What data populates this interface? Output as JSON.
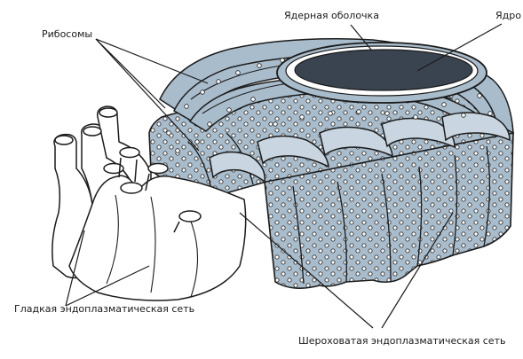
{
  "labels": {
    "nuclear_envelope": "Ядерная оболочка",
    "nucleus": "Ядро",
    "ribosomes": "Рибосомы",
    "smooth_er": "Гладкая эндоплазматическая сеть",
    "rough_er": "Шероховатая эндоплазматическая сеть"
  },
  "colors": {
    "membrane_fill": "#a9bccc",
    "membrane_light": "#c9d6e1",
    "smooth_fill": "#ffffff",
    "outline": "#1b1b1b",
    "nucleus_fill": "#3a4450",
    "background": "#ffffff"
  }
}
